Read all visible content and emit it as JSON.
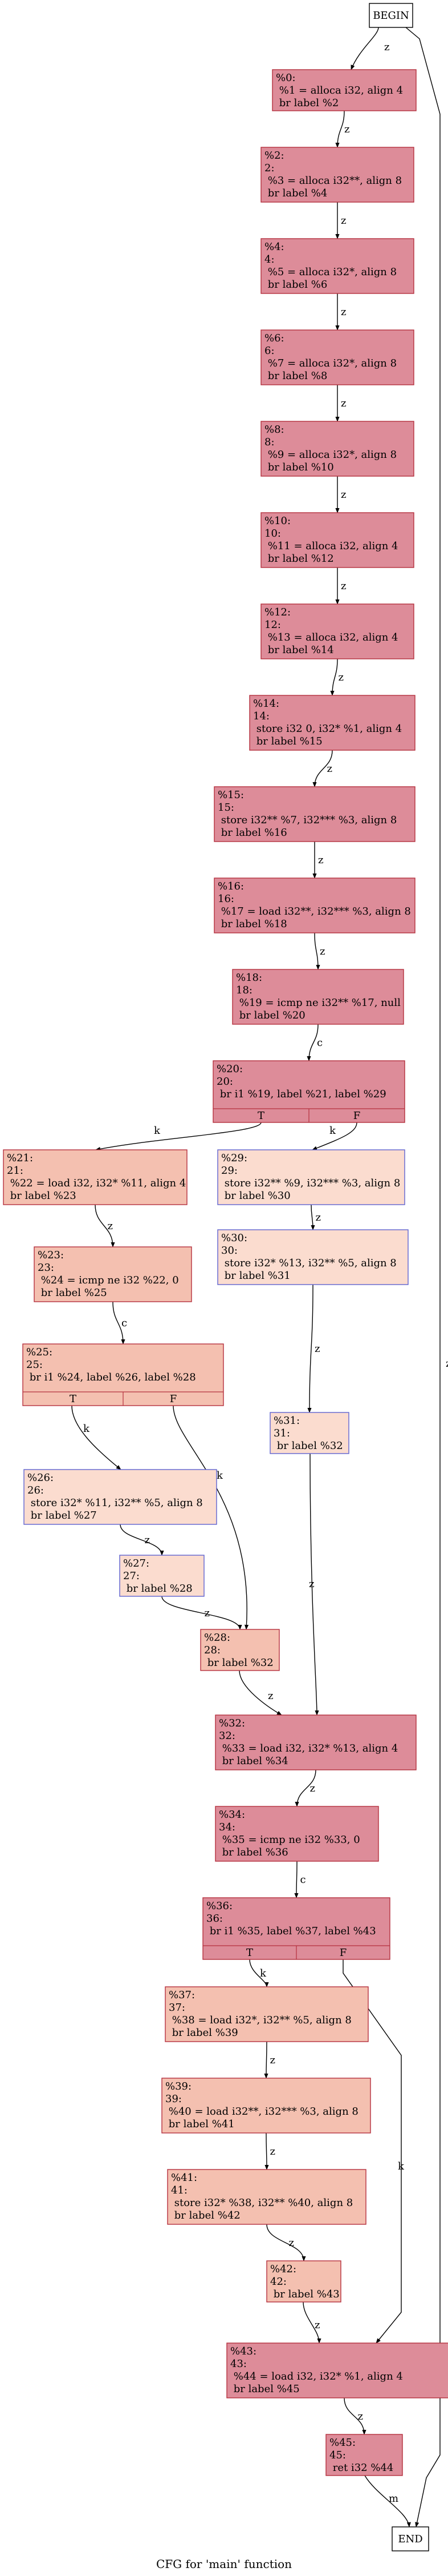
{
  "caption": "CFG for 'main' function",
  "colors": {
    "pink": "#dd8c99",
    "salmon": "#f4c0b0",
    "peach": "#fbdccf",
    "white": "#ffffff",
    "red_border": "#b5303e",
    "blue_border": "#5f63d0",
    "black": "#000000"
  },
  "nodes": [
    {
      "id": "BEGIN",
      "lines": [
        "BEGIN"
      ],
      "fill": "white",
      "border": "black"
    },
    {
      "id": "0",
      "lines": [
        "%0:",
        " %1 = alloca i32, align 4",
        " br label %2"
      ],
      "fill": "pink",
      "border": "red_border"
    },
    {
      "id": "2",
      "lines": [
        "%2:",
        "2:",
        " %3 = alloca i32**, align 8",
        " br label %4"
      ],
      "fill": "pink",
      "border": "red_border"
    },
    {
      "id": "4",
      "lines": [
        "%4:",
        "4:",
        " %5 = alloca i32*, align 8",
        " br label %6"
      ],
      "fill": "pink",
      "border": "red_border"
    },
    {
      "id": "6",
      "lines": [
        "%6:",
        "6:",
        " %7 = alloca i32*, align 8",
        " br label %8"
      ],
      "fill": "pink",
      "border": "red_border"
    },
    {
      "id": "8",
      "lines": [
        "%8:",
        "8:",
        " %9 = alloca i32*, align 8",
        " br label %10"
      ],
      "fill": "pink",
      "border": "red_border"
    },
    {
      "id": "10",
      "lines": [
        "%10:",
        "10:",
        " %11 = alloca i32, align 4",
        " br label %12"
      ],
      "fill": "pink",
      "border": "red_border"
    },
    {
      "id": "12",
      "lines": [
        "%12:",
        "12:",
        " %13 = alloca i32, align 4",
        " br label %14"
      ],
      "fill": "pink",
      "border": "red_border"
    },
    {
      "id": "14",
      "lines": [
        "%14:",
        "14:",
        " store i32 0, i32* %1, align 4",
        " br label %15"
      ],
      "fill": "pink",
      "border": "red_border"
    },
    {
      "id": "15",
      "lines": [
        "%15:",
        "15:",
        " store i32** %7, i32*** %3, align 8",
        " br label %16"
      ],
      "fill": "pink",
      "border": "red_border"
    },
    {
      "id": "16",
      "lines": [
        "%16:",
        "16:",
        " %17 = load i32**, i32*** %3, align 8",
        " br label %18"
      ],
      "fill": "pink",
      "border": "red_border"
    },
    {
      "id": "18",
      "lines": [
        "%18:",
        "18:",
        " %19 = icmp ne i32** %17, null",
        " br label %20"
      ],
      "fill": "pink",
      "border": "red_border"
    },
    {
      "id": "20",
      "lines": [
        "%20:",
        "20:",
        " br i1 %19, label %21, label %29"
      ],
      "fill": "pink",
      "border": "red_border",
      "ports": [
        "T",
        "F"
      ]
    },
    {
      "id": "21",
      "lines": [
        "%21:",
        "21:",
        " %22 = load i32, i32* %11, align 4",
        " br label %23"
      ],
      "fill": "salmon",
      "border": "red_border"
    },
    {
      "id": "29",
      "lines": [
        "%29:",
        "29:",
        " store i32** %9, i32*** %3, align 8",
        " br label %30"
      ],
      "fill": "peach",
      "border": "blue_border"
    },
    {
      "id": "23",
      "lines": [
        "%23:",
        "23:",
        " %24 = icmp ne i32 %22, 0",
        " br label %25"
      ],
      "fill": "salmon",
      "border": "red_border"
    },
    {
      "id": "30",
      "lines": [
        "%30:",
        "30:",
        " store i32* %13, i32** %5, align 8",
        " br label %31"
      ],
      "fill": "peach",
      "border": "blue_border"
    },
    {
      "id": "25",
      "lines": [
        "%25:",
        "25:",
        " br i1 %24, label %26, label %28"
      ],
      "fill": "salmon",
      "border": "red_border",
      "ports": [
        "T",
        "F"
      ]
    },
    {
      "id": "31",
      "lines": [
        "%31:",
        "31:",
        " br label %32"
      ],
      "fill": "peach",
      "border": "blue_border"
    },
    {
      "id": "26",
      "lines": [
        "%26:",
        "26:",
        " store i32* %11, i32** %5, align 8",
        " br label %27"
      ],
      "fill": "peach",
      "border": "blue_border"
    },
    {
      "id": "27",
      "lines": [
        "%27:",
        "27:",
        " br label %28"
      ],
      "fill": "peach",
      "border": "blue_border"
    },
    {
      "id": "28",
      "lines": [
        "%28:",
        "28:",
        " br label %32"
      ],
      "fill": "salmon",
      "border": "red_border"
    },
    {
      "id": "32",
      "lines": [
        "%32:",
        "32:",
        " %33 = load i32, i32* %13, align 4",
        " br label %34"
      ],
      "fill": "pink",
      "border": "red_border"
    },
    {
      "id": "34",
      "lines": [
        "%34:",
        "34:",
        " %35 = icmp ne i32 %33, 0",
        " br label %36"
      ],
      "fill": "pink",
      "border": "red_border"
    },
    {
      "id": "36",
      "lines": [
        "%36:",
        "36:",
        " br i1 %35, label %37, label %43"
      ],
      "fill": "pink",
      "border": "red_border",
      "ports": [
        "T",
        "F"
      ]
    },
    {
      "id": "37",
      "lines": [
        "%37:",
        "37:",
        " %38 = load i32*, i32** %5, align 8",
        " br label %39"
      ],
      "fill": "salmon",
      "border": "red_border"
    },
    {
      "id": "39",
      "lines": [
        "%39:",
        "39:",
        " %40 = load i32**, i32*** %3, align 8",
        " br label %41"
      ],
      "fill": "salmon",
      "border": "red_border"
    },
    {
      "id": "41",
      "lines": [
        "%41:",
        "41:",
        " store i32* %38, i32** %40, align 8",
        " br label %42"
      ],
      "fill": "salmon",
      "border": "red_border"
    },
    {
      "id": "42",
      "lines": [
        "%42:",
        "42:",
        " br label %43"
      ],
      "fill": "salmon",
      "border": "red_border"
    },
    {
      "id": "43",
      "lines": [
        "%43:",
        "43:",
        " %44 = load i32, i32* %1, align 4",
        " br label %45"
      ],
      "fill": "pink",
      "border": "red_border"
    },
    {
      "id": "45",
      "lines": [
        "%45:",
        "45:",
        " ret i32 %44"
      ],
      "fill": "pink",
      "border": "red_border"
    },
    {
      "id": "END",
      "lines": [
        "END"
      ],
      "fill": "white",
      "border": "black"
    }
  ],
  "edges": [
    {
      "from": "BEGIN",
      "to": "0",
      "label": "z"
    },
    {
      "from": "BEGIN",
      "to": "END",
      "label": "z"
    },
    {
      "from": "0",
      "to": "2",
      "label": "z"
    },
    {
      "from": "2",
      "to": "4",
      "label": "z"
    },
    {
      "from": "4",
      "to": "6",
      "label": "z"
    },
    {
      "from": "6",
      "to": "8",
      "label": "z"
    },
    {
      "from": "8",
      "to": "10",
      "label": "z"
    },
    {
      "from": "10",
      "to": "12",
      "label": "z"
    },
    {
      "from": "12",
      "to": "14",
      "label": "z"
    },
    {
      "from": "14",
      "to": "15",
      "label": "z"
    },
    {
      "from": "15",
      "to": "16",
      "label": "z"
    },
    {
      "from": "16",
      "to": "18",
      "label": "z"
    },
    {
      "from": "18",
      "to": "20",
      "label": "c"
    },
    {
      "from": "20",
      "to": "21",
      "label": "k",
      "port": "T"
    },
    {
      "from": "20",
      "to": "29",
      "label": "k",
      "port": "F"
    },
    {
      "from": "21",
      "to": "23",
      "label": "z"
    },
    {
      "from": "29",
      "to": "30",
      "label": "z"
    },
    {
      "from": "23",
      "to": "25",
      "label": "c"
    },
    {
      "from": "30",
      "to": "31",
      "label": "z"
    },
    {
      "from": "25",
      "to": "26",
      "label": "k",
      "port": "T"
    },
    {
      "from": "25",
      "to": "28",
      "label": "k",
      "port": "F"
    },
    {
      "from": "26",
      "to": "27",
      "label": "z"
    },
    {
      "from": "27",
      "to": "28",
      "label": "z"
    },
    {
      "from": "31",
      "to": "32",
      "label": "z"
    },
    {
      "from": "28",
      "to": "32",
      "label": "z"
    },
    {
      "from": "32",
      "to": "34",
      "label": "z"
    },
    {
      "from": "34",
      "to": "36",
      "label": "c"
    },
    {
      "from": "36",
      "to": "37",
      "label": "k",
      "port": "T"
    },
    {
      "from": "36",
      "to": "43",
      "label": "k",
      "port": "F"
    },
    {
      "from": "37",
      "to": "39",
      "label": "z"
    },
    {
      "from": "39",
      "to": "41",
      "label": "z"
    },
    {
      "from": "41",
      "to": "42",
      "label": "z"
    },
    {
      "from": "42",
      "to": "43",
      "label": "z"
    },
    {
      "from": "43",
      "to": "45",
      "label": "z"
    },
    {
      "from": "45",
      "to": "END",
      "label": "m"
    }
  ]
}
